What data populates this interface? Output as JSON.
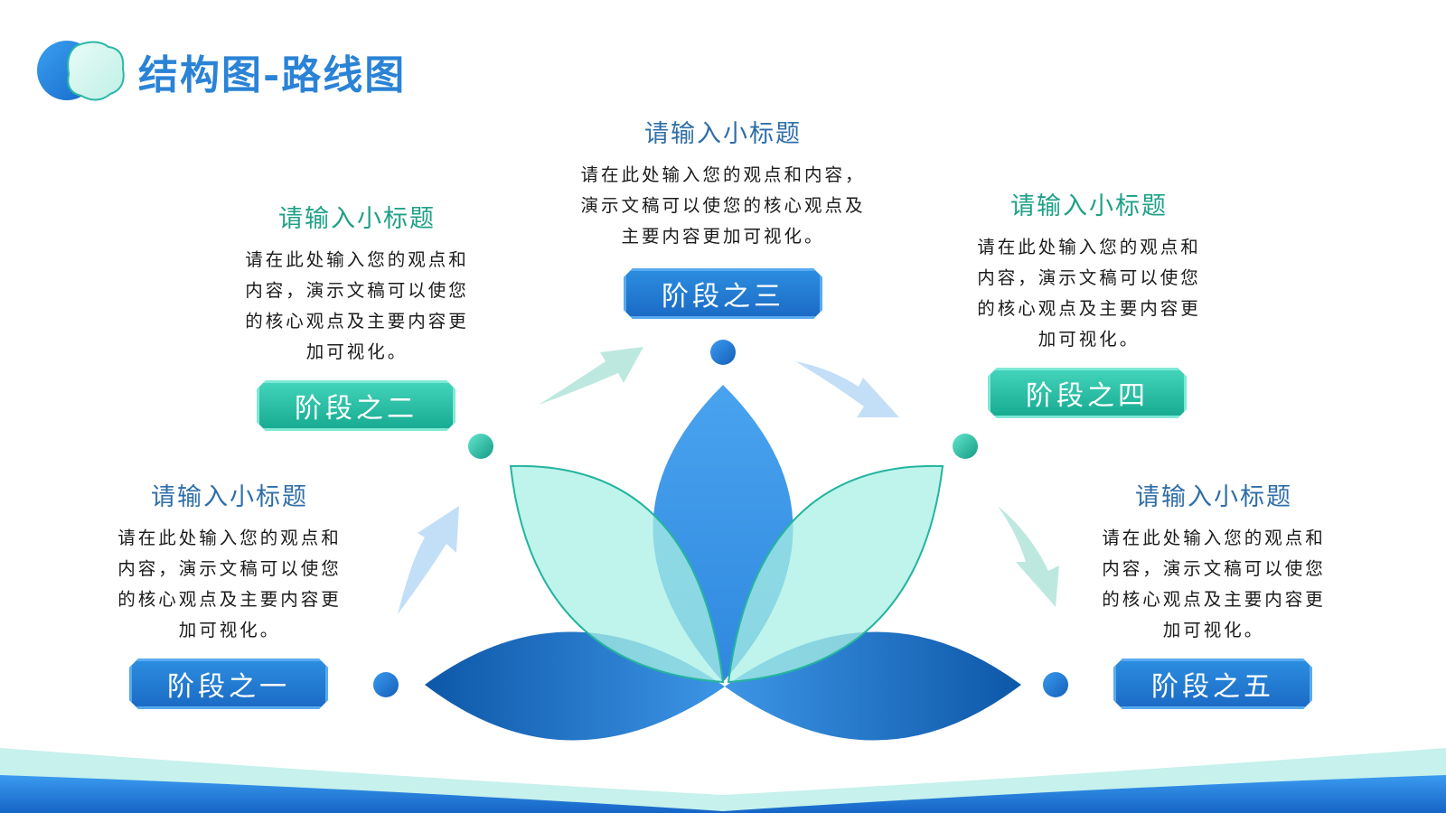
{
  "title": "结构图-路线图",
  "colors": {
    "primary_blue": "#2a83d6",
    "deep_blue": "#1b69c4",
    "teal": "#1fa087",
    "light_teal": "#b9f3ea"
  },
  "stages": [
    {
      "label": "阶段之一",
      "subtitle": "请输入小标题",
      "desc_lines": [
        "请在此处输入您的观点和",
        "内容，演示文稿可以使您",
        "的核心观点及主要内容更",
        "加可视化。"
      ]
    },
    {
      "label": "阶段之二",
      "subtitle": "请输入小标题",
      "desc_lines": [
        "请在此处输入您的观点和",
        "内容，演示文稿可以使您",
        "的核心观点及主要内容更",
        "加可视化。"
      ]
    },
    {
      "label": "阶段之三",
      "subtitle": "请输入小标题",
      "desc_lines": [
        "请在此处输入您的观点和内容，",
        "演示文稿可以使您的核心观点及",
        "主要内容更加可视化。"
      ]
    },
    {
      "label": "阶段之四",
      "subtitle": "请输入小标题",
      "desc_lines": [
        "请在此处输入您的观点和",
        "内容，演示文稿可以使您",
        "的核心观点及主要内容更",
        "加可视化。"
      ]
    },
    {
      "label": "阶段之五",
      "subtitle": "请输入小标题",
      "desc_lines": [
        "请在此处输入您的观点和",
        "内容，演示文稿可以使您",
        "的核心观点及主要内容更",
        "加可视化。"
      ]
    }
  ]
}
